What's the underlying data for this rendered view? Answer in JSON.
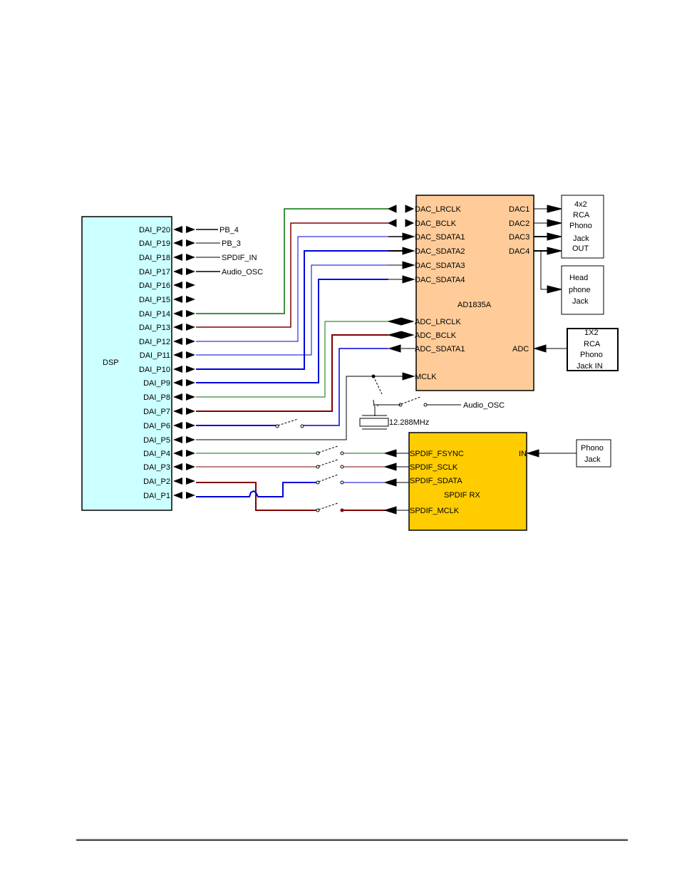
{
  "diagram": {
    "colors": {
      "dsp_fill": "#ccffff",
      "codec_fill": "#ffcc99",
      "spdif_fill": "#ffcc00",
      "green": "#007000",
      "red": "#800000",
      "blue": "#0000dd",
      "black": "#000000"
    },
    "dsp": {
      "label": "DSP",
      "pins": [
        "DAI_P20",
        "DAI_P19",
        "DAI_P18",
        "DAI_P17",
        "DAI_P16",
        "DAI_P15",
        "DAI_P14",
        "DAI_P13",
        "DAI_P12",
        "DAI_P11",
        "DAI_P10",
        "DAI_P9",
        "DAI_P8",
        "DAI_P7",
        "DAI_P6",
        "DAI_P5",
        "DAI_P4",
        "DAI_P3",
        "DAI_P2",
        "DAI_P1"
      ]
    },
    "external_signals": [
      "PB_4",
      "PB_3",
      "SPDIF_IN",
      "Audio_OSC"
    ],
    "codec": {
      "label": "AD1835A",
      "dac_inputs": [
        "DAC_LRCLK",
        "DAC_BCLK",
        "DAC_SDATA1",
        "DAC_SDATA2",
        "DAC_SDATA3",
        "DAC_SDATA4"
      ],
      "adc_pins": [
        "ADC_LRCLK",
        "ADC_BCLK",
        "ADC_SDATA1"
      ],
      "mclk": "MCLK",
      "dac_outputs": [
        "DAC1",
        "DAC2",
        "DAC3",
        "DAC4"
      ],
      "adc_input": "ADC"
    },
    "rca_out": {
      "lines": [
        "4x2",
        "RCA",
        "Phono",
        "Jack",
        "OUT"
      ]
    },
    "headphone": {
      "lines": [
        "Head",
        "phone",
        "Jack"
      ]
    },
    "rca_in": {
      "lines": [
        "1X2",
        "RCA",
        "Phono",
        "Jack IN"
      ]
    },
    "oscillator": {
      "label": "12.288MHz",
      "source": "Audio_OSC"
    },
    "spdif": {
      "label": "SPDIF RX",
      "pins": [
        "SPDIF_FSYNC",
        "SPDIF_SCLK",
        "SPDIF_SDATA",
        "SPDIF_MCLK"
      ],
      "input": "IN"
    },
    "phono_jack": {
      "lines": [
        "Phono",
        "Jack"
      ]
    }
  }
}
